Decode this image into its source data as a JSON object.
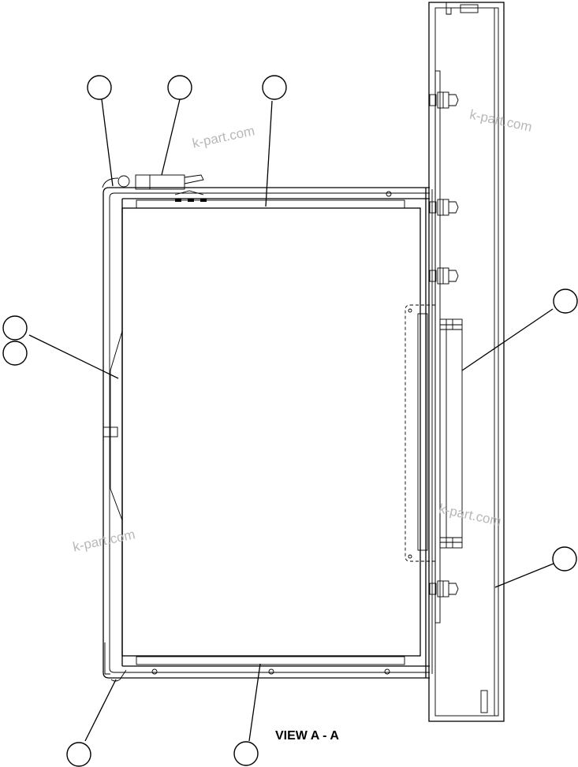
{
  "view_title": "VIEW A - A",
  "watermarks": [
    "k-part.com",
    "k-part.com",
    "k-part.com",
    "k-part.com"
  ],
  "colors": {
    "line": "#000000",
    "background": "#ffffff",
    "watermark": "#b8b8b8"
  }
}
